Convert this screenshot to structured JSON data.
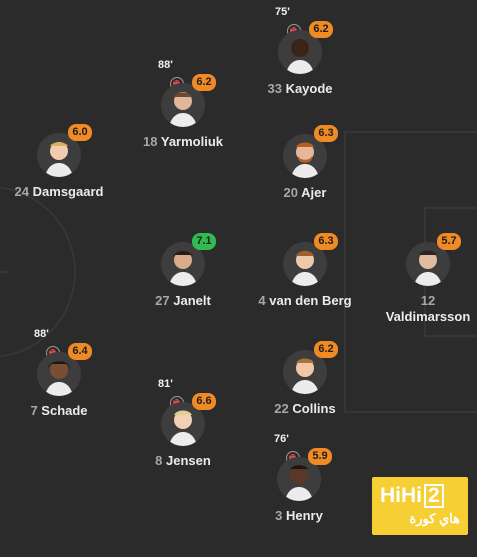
{
  "players": [
    {
      "id": "kayode",
      "number": "33",
      "name": "Kayode",
      "rating": "6.2",
      "rating_color": "orange",
      "sub_minute": "75'",
      "subbed_off": true
    },
    {
      "id": "yarmoliuk",
      "number": "18",
      "name": "Yarmoliuk",
      "rating": "6.2",
      "rating_color": "orange",
      "sub_minute": "88'",
      "subbed_off": true
    },
    {
      "id": "damsgaard",
      "number": "24",
      "name": "Damsgaard",
      "rating": "6.0",
      "rating_color": "orange"
    },
    {
      "id": "ajer",
      "number": "20",
      "name": "Ajer",
      "rating": "6.3",
      "rating_color": "orange"
    },
    {
      "id": "janelt",
      "number": "27",
      "name": "Janelt",
      "rating": "7.1",
      "rating_color": "green"
    },
    {
      "id": "van-den-berg",
      "number": "4",
      "name": "van den Berg",
      "rating": "6.3",
      "rating_color": "orange"
    },
    {
      "id": "valdimarsson",
      "number": "12",
      "name": "Valdimarsson",
      "rating": "5.7",
      "rating_color": "orange"
    },
    {
      "id": "schade",
      "number": "7",
      "name": "Schade",
      "rating": "6.4",
      "rating_color": "orange",
      "sub_minute": "88'",
      "subbed_off": true
    },
    {
      "id": "collins",
      "number": "22",
      "name": "Collins",
      "rating": "6.2",
      "rating_color": "orange"
    },
    {
      "id": "jensen",
      "number": "8",
      "name": "Jensen",
      "rating": "6.6",
      "rating_color": "orange",
      "sub_minute": "81'",
      "subbed_off": true
    },
    {
      "id": "henry",
      "number": "3",
      "name": "Henry",
      "rating": "5.9",
      "rating_color": "orange",
      "sub_minute": "76'",
      "subbed_off": true
    }
  ],
  "watermark": {
    "line1": "HiHi",
    "line1_box": "2",
    "line2": "هاي كورة"
  },
  "colors": {
    "background": "#2b2b2b",
    "rating_orange": "#f08a24",
    "rating_green": "#2fbb52",
    "sub_off_red": "#e5484d",
    "watermark_yellow": "#f5cf33"
  }
}
